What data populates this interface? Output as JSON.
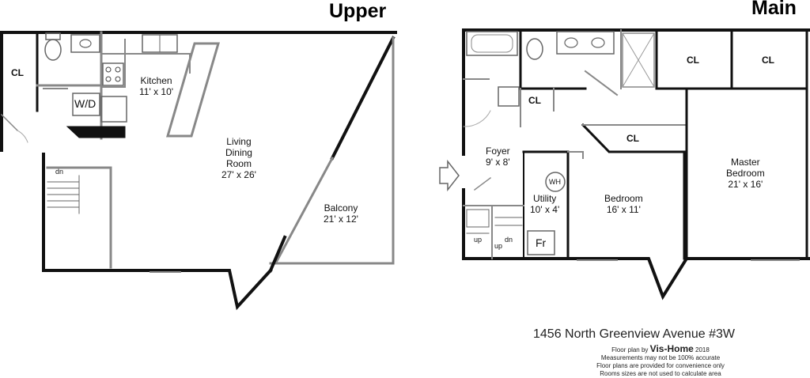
{
  "headings": {
    "upper": "Upper",
    "main": "Main"
  },
  "upper": {
    "closet": "CL",
    "washer_dryer": "W/D",
    "kitchen": {
      "name": "Kitchen",
      "dims": "11' x 10'"
    },
    "living": {
      "line1": "Living",
      "line2": "Dining",
      "line3": "Room",
      "dims": "27' x 26'"
    },
    "balcony": {
      "name": "Balcony",
      "dims": "21' x 12'"
    },
    "stairs_down": "dn"
  },
  "main": {
    "closet_1": "CL",
    "closet_2": "CL",
    "closet_3": "CL",
    "closet_4": "CL",
    "foyer": {
      "name": "Foyer",
      "dims": "9' x 8'"
    },
    "utility": {
      "name": "Utility",
      "dims": "10' x 4'"
    },
    "water_heater": "WH",
    "furnace": "Fr",
    "bedroom": {
      "name": "Bedroom",
      "dims": "16' x 11'"
    },
    "master": {
      "line1": "Master",
      "line2": "Bedroom",
      "dims": "21' x 16'"
    },
    "stairs_up_1": "up",
    "stairs_up_2": "up",
    "stairs_down": "dn"
  },
  "footer": {
    "address": "1456 North Greenview Avenue #3W",
    "credit_prefix": "Floor plan by",
    "brand": "Vis-Home",
    "year": "2018",
    "note1": "Measurements may not be 100% accurate",
    "note2": "Floor plans are provided for convenience only",
    "note3": "Rooms sizes are not used to calculate area"
  }
}
